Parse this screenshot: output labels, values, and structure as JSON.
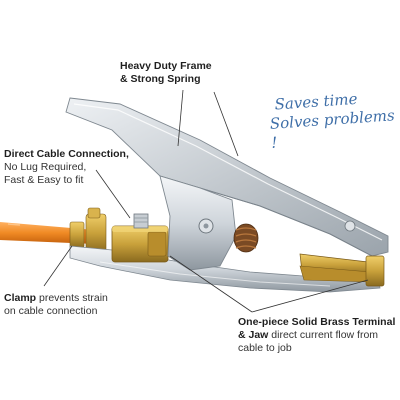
{
  "callouts": {
    "frame": {
      "line1": "Heavy Duty Frame",
      "line2": "& Strong Spring"
    },
    "cable": {
      "title": "Direct Cable Connection",
      "title_suffix": ",",
      "line2": "No Lug Required,",
      "line3": "Fast & Easy to fit"
    },
    "clamp": {
      "title": "Clamp",
      "rest1": " prevents strain",
      "line2": "on cable connection"
    },
    "brass": {
      "line1": "One-piece Solid Brass Terminal",
      "line2_bold": "& Jaw",
      "line2_rest": " direct current flow from",
      "line3": "cable to job"
    }
  },
  "tagline": {
    "line1": "Saves time",
    "line2": "Solves problems !"
  },
  "colors": {
    "steel": "#d8dde2",
    "steel_dark": "#8e979f",
    "brass": "#c9a13b",
    "cable": "#f08a24",
    "tagline": "#3f6fa8",
    "leader": "#333333"
  }
}
